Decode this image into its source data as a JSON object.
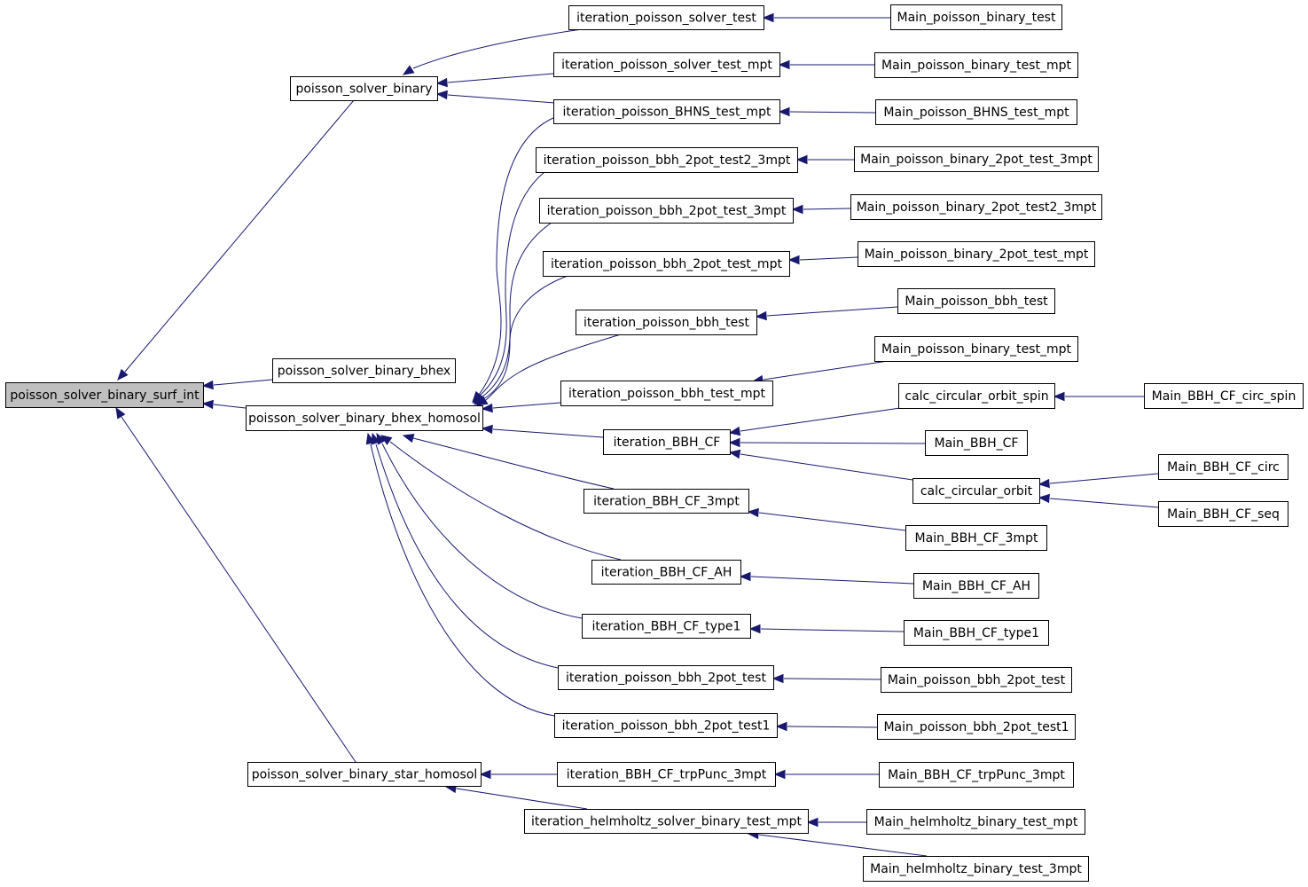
{
  "diagram": {
    "edge_color": "#191970",
    "root_fill": "#bfbfbf",
    "nodes": [
      {
        "id": "root",
        "label": "poisson_solver_binary_surf_int",
        "root": true
      },
      {
        "id": "psb",
        "label": "poisson_solver_binary"
      },
      {
        "id": "psbb",
        "label": "poisson_solver_binary_bhex"
      },
      {
        "id": "psbbh",
        "label": "poisson_solver_binary_bhex_homosol"
      },
      {
        "id": "psbsh",
        "label": "poisson_solver_binary_star_homosol"
      },
      {
        "id": "ipst",
        "label": "iteration_poisson_solver_test"
      },
      {
        "id": "ipstm",
        "label": "iteration_poisson_solver_test_mpt"
      },
      {
        "id": "ipbhns",
        "label": "iteration_poisson_BHNS_test_mpt"
      },
      {
        "id": "ipb2t23",
        "label": "iteration_poisson_bbh_2pot_test2_3mpt"
      },
      {
        "id": "ipb2t3",
        "label": "iteration_poisson_bbh_2pot_test_3mpt"
      },
      {
        "id": "ipb2tm",
        "label": "iteration_poisson_bbh_2pot_test_mpt"
      },
      {
        "id": "ipbt",
        "label": "iteration_poisson_bbh_test"
      },
      {
        "id": "ipbtm",
        "label": "iteration_poisson_bbh_test_mpt"
      },
      {
        "id": "ibcf",
        "label": "iteration_BBH_CF"
      },
      {
        "id": "ibcf3",
        "label": "iteration_BBH_CF_3mpt"
      },
      {
        "id": "ibcfah",
        "label": "iteration_BBH_CF_AH"
      },
      {
        "id": "ibcft1",
        "label": "iteration_BBH_CF_type1"
      },
      {
        "id": "ipb2t",
        "label": "iteration_poisson_bbh_2pot_test"
      },
      {
        "id": "ipb2t1",
        "label": "iteration_poisson_bbh_2pot_test1"
      },
      {
        "id": "ibcftp",
        "label": "iteration_BBH_CF_trpPunc_3mpt"
      },
      {
        "id": "ihsbtm",
        "label": "iteration_helmholtz_solver_binary_test_mpt"
      },
      {
        "id": "mpbt",
        "label": "Main_poisson_binary_test"
      },
      {
        "id": "mpbtm1",
        "label": "Main_poisson_binary_test_mpt"
      },
      {
        "id": "mpbhns",
        "label": "Main_poisson_BHNS_test_mpt"
      },
      {
        "id": "mpb2t3",
        "label": "Main_poisson_binary_2pot_test_3mpt"
      },
      {
        "id": "mpb2t23",
        "label": "Main_poisson_binary_2pot_test2_3mpt"
      },
      {
        "id": "mpb2tm",
        "label": "Main_poisson_binary_2pot_test_mpt"
      },
      {
        "id": "mpbbht",
        "label": "Main_poisson_bbh_test"
      },
      {
        "id": "mpbtm2",
        "label": "Main_poisson_binary_test_mpt"
      },
      {
        "id": "ccos",
        "label": "calc_circular_orbit_spin"
      },
      {
        "id": "mbcf",
        "label": "Main_BBH_CF"
      },
      {
        "id": "cco",
        "label": "calc_circular_orbit"
      },
      {
        "id": "mbcf3",
        "label": "Main_BBH_CF_3mpt"
      },
      {
        "id": "mbcfah",
        "label": "Main_BBH_CF_AH"
      },
      {
        "id": "mbcft1",
        "label": "Main_BBH_CF_type1"
      },
      {
        "id": "mpb2t",
        "label": "Main_poisson_bbh_2pot_test"
      },
      {
        "id": "mpb2t1",
        "label": "Main_poisson_bbh_2pot_test1"
      },
      {
        "id": "mbcftp",
        "label": "Main_BBH_CF_trpPunc_3mpt"
      },
      {
        "id": "mhbtm",
        "label": "Main_helmholtz_binary_test_mpt"
      },
      {
        "id": "mhbt3",
        "label": "Main_helmholtz_binary_test_3mpt"
      },
      {
        "id": "mbcfcs",
        "label": "Main_BBH_CF_circ_spin"
      },
      {
        "id": "mbcfc",
        "label": "Main_BBH_CF_circ"
      },
      {
        "id": "mbcfseq",
        "label": "Main_BBH_CF_seq"
      }
    ],
    "edges": [
      {
        "from": "psb",
        "to": "root"
      },
      {
        "from": "psbb",
        "to": "root"
      },
      {
        "from": "psbbh",
        "to": "root"
      },
      {
        "from": "psbsh",
        "to": "root"
      },
      {
        "from": "ipst",
        "to": "psb"
      },
      {
        "from": "ipstm",
        "to": "psb"
      },
      {
        "from": "ipbhns",
        "to": "psb"
      },
      {
        "from": "ipbhns",
        "to": "psbbh"
      },
      {
        "from": "ipb2t23",
        "to": "psbbh"
      },
      {
        "from": "ipb2t3",
        "to": "psbbh"
      },
      {
        "from": "ipb2tm",
        "to": "psbbh"
      },
      {
        "from": "ipbt",
        "to": "psbbh"
      },
      {
        "from": "ipbtm",
        "to": "psbbh"
      },
      {
        "from": "ibcf",
        "to": "psbbh"
      },
      {
        "from": "ibcf3",
        "to": "psbbh"
      },
      {
        "from": "ibcfah",
        "to": "psbbh"
      },
      {
        "from": "ibcft1",
        "to": "psbbh"
      },
      {
        "from": "ipb2t",
        "to": "psbbh"
      },
      {
        "from": "ipb2t1",
        "to": "psbbh"
      },
      {
        "from": "ibcftp",
        "to": "psbsh"
      },
      {
        "from": "ihsbtm",
        "to": "psbsh"
      },
      {
        "from": "mpbt",
        "to": "ipst"
      },
      {
        "from": "mpbtm1",
        "to": "ipstm"
      },
      {
        "from": "mpbhns",
        "to": "ipbhns"
      },
      {
        "from": "mpb2t3",
        "to": "ipb2t23"
      },
      {
        "from": "mpb2t23",
        "to": "ipb2t3"
      },
      {
        "from": "mpb2tm",
        "to": "ipb2tm"
      },
      {
        "from": "mpbbht",
        "to": "ipbt"
      },
      {
        "from": "mpbtm2",
        "to": "ipbtm"
      },
      {
        "from": "ccos",
        "to": "ibcf"
      },
      {
        "from": "mbcf",
        "to": "ibcf"
      },
      {
        "from": "cco",
        "to": "ibcf"
      },
      {
        "from": "mbcf3",
        "to": "ibcf3"
      },
      {
        "from": "mbcfah",
        "to": "ibcfah"
      },
      {
        "from": "mbcft1",
        "to": "ibcft1"
      },
      {
        "from": "mpb2t",
        "to": "ipb2t"
      },
      {
        "from": "mpb2t1",
        "to": "ipb2t1"
      },
      {
        "from": "mbcftp",
        "to": "ibcftp"
      },
      {
        "from": "mhbtm",
        "to": "ihsbtm"
      },
      {
        "from": "mhbt3",
        "to": "ihsbtm"
      },
      {
        "from": "mbcfcs",
        "to": "ccos"
      },
      {
        "from": "mbcfc",
        "to": "cco"
      },
      {
        "from": "mbcfseq",
        "to": "cco"
      }
    ]
  }
}
